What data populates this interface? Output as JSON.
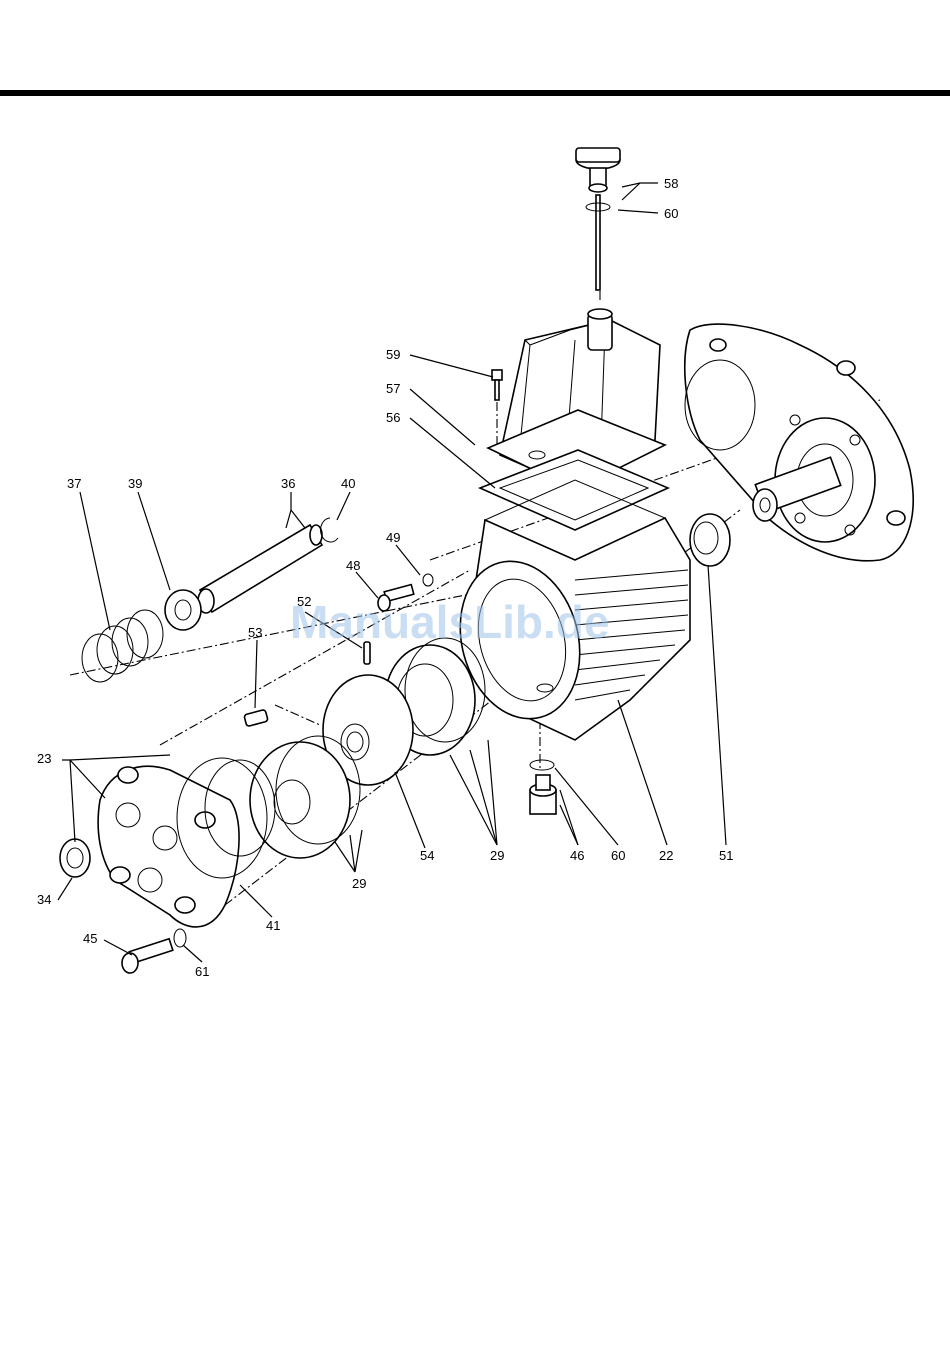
{
  "watermark": "ManualsLib.de",
  "callouts": [
    {
      "id": "c58",
      "text": "58"
    },
    {
      "id": "c60a",
      "text": "60"
    },
    {
      "id": "c59",
      "text": "59"
    },
    {
      "id": "c57",
      "text": "57"
    },
    {
      "id": "c56",
      "text": "56"
    },
    {
      "id": "c37",
      "text": "37"
    },
    {
      "id": "c39",
      "text": "39"
    },
    {
      "id": "c36",
      "text": "36"
    },
    {
      "id": "c40",
      "text": "40"
    },
    {
      "id": "c49",
      "text": "49"
    },
    {
      "id": "c48",
      "text": "48"
    },
    {
      "id": "c52",
      "text": "52"
    },
    {
      "id": "c53",
      "text": "53"
    },
    {
      "id": "c23",
      "text": "23"
    },
    {
      "id": "c34",
      "text": "34"
    },
    {
      "id": "c45",
      "text": "45"
    },
    {
      "id": "c61",
      "text": "61"
    },
    {
      "id": "c41",
      "text": "41"
    },
    {
      "id": "c29a",
      "text": "29"
    },
    {
      "id": "c54",
      "text": "54"
    },
    {
      "id": "c29b",
      "text": "29"
    },
    {
      "id": "c46",
      "text": "46"
    },
    {
      "id": "c60b",
      "text": "60"
    },
    {
      "id": "c22",
      "text": "22"
    },
    {
      "id": "c51",
      "text": "51"
    }
  ]
}
